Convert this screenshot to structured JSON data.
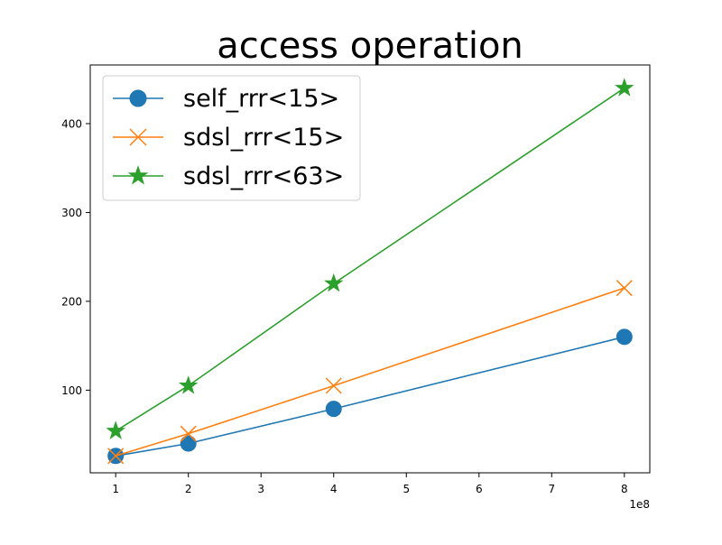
{
  "chart_data": {
    "type": "line",
    "title": "access operation",
    "xlabel": "",
    "ylabel": "",
    "x_offset_text": "1e8",
    "x": [
      1,
      2,
      4,
      8
    ],
    "xlim": [
      0.65,
      8.35
    ],
    "ylim": [
      7,
      466
    ],
    "x_ticks": [
      1,
      2,
      3,
      4,
      5,
      6,
      7,
      8
    ],
    "y_ticks": [
      100,
      200,
      300,
      400
    ],
    "grid": false,
    "legend_position": "top-left",
    "series": [
      {
        "name": "self_rrr<15>",
        "values": [
          26,
          40,
          79,
          160
        ],
        "color": "#1f77b4",
        "marker": "circle"
      },
      {
        "name": "sdsl_rrr<15>",
        "values": [
          26,
          51,
          105,
          215
        ],
        "color": "#ff7f0e",
        "marker": "x"
      },
      {
        "name": "sdsl_rrr<63>",
        "values": [
          54,
          105,
          220,
          440
        ],
        "color": "#2ca02c",
        "marker": "star"
      }
    ]
  }
}
